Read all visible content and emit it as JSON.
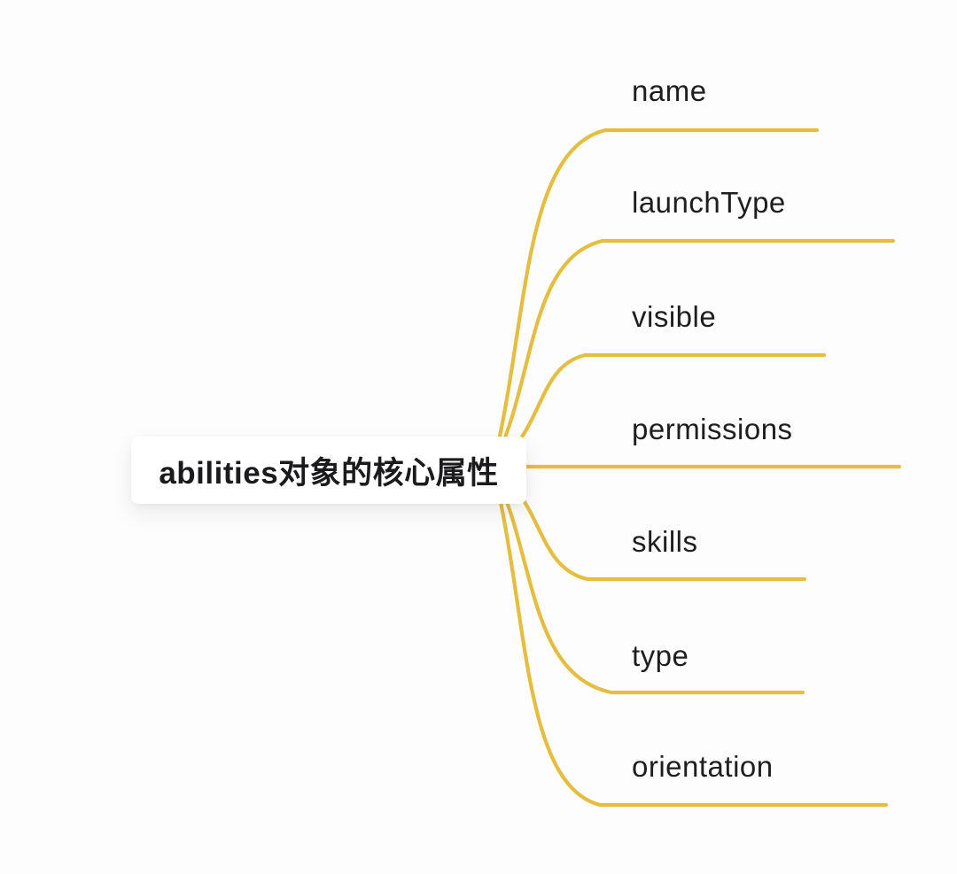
{
  "diagram": {
    "type": "mindmap",
    "root": {
      "label": "abilities对象的核心属性"
    },
    "branches": [
      {
        "label": "name"
      },
      {
        "label": "launchType"
      },
      {
        "label": "visible"
      },
      {
        "label": "permissions"
      },
      {
        "label": "skills"
      },
      {
        "label": "type"
      },
      {
        "label": "orientation"
      }
    ],
    "colors": {
      "branch_line": "#e5be41",
      "text": "#1e1e20",
      "node_background": "#ffffff",
      "page_background": "#fdfdfd"
    }
  }
}
